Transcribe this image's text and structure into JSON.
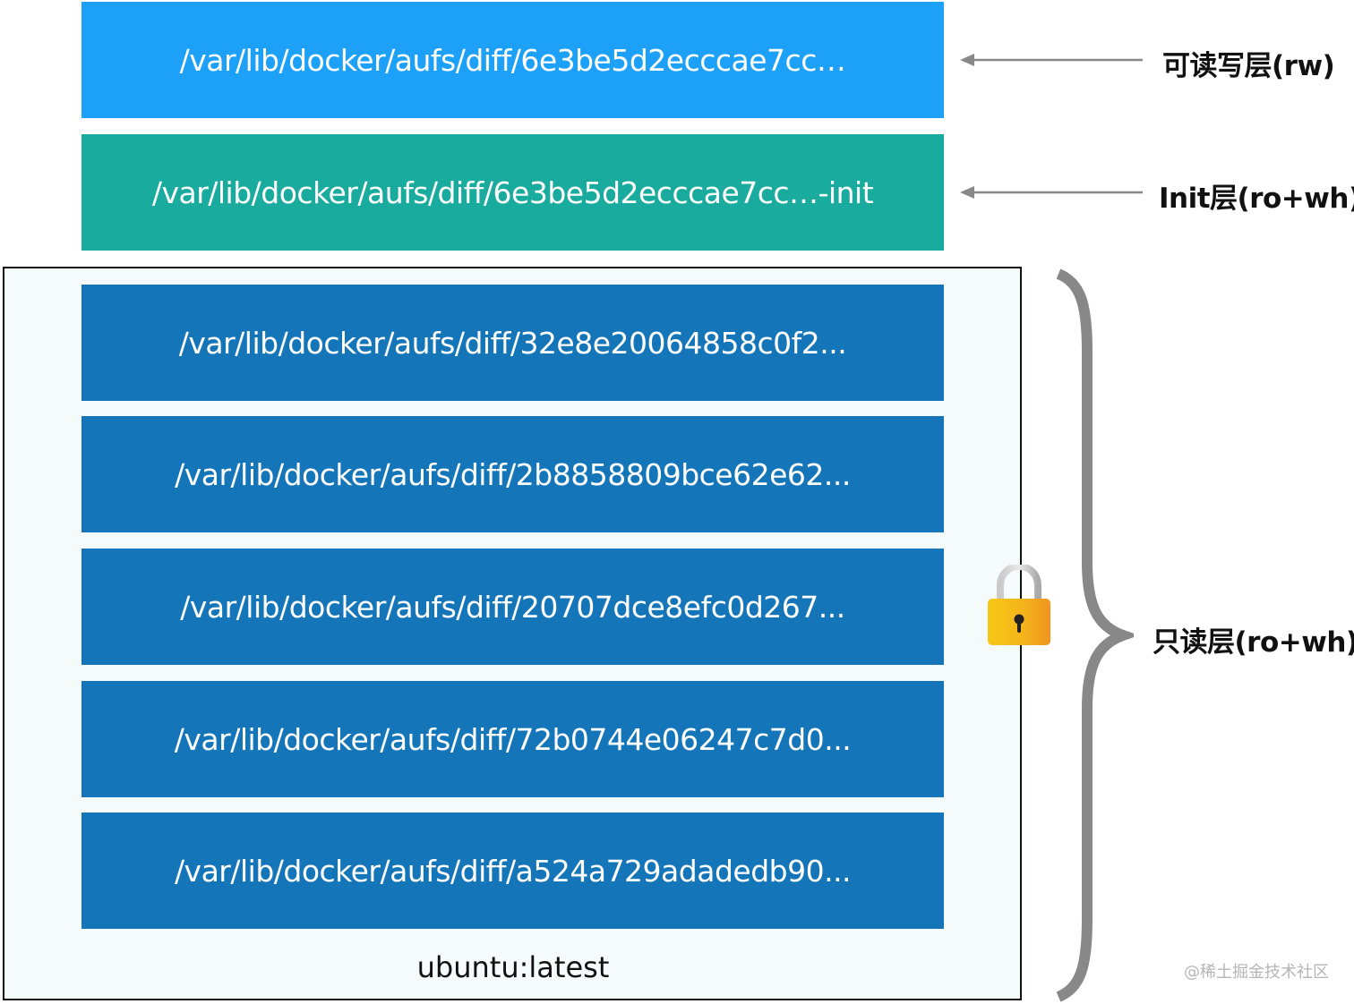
{
  "layers": [
    {
      "path": "/var/lib/docker/aufs/diff/6e3be5d2ecccae7cc…",
      "color": "#1da1f8"
    },
    {
      "path": "/var/lib/docker/aufs/diff/6e3be5d2ecccae7cc…-init",
      "color": "#1aab9f"
    },
    {
      "path": "/var/lib/docker/aufs/diff/32e8e20064858c0f2...",
      "color": "#1476b9"
    },
    {
      "path": "/var/lib/docker/aufs/diff/2b8858809bce62e62...",
      "color": "#1476b9"
    },
    {
      "path": "/var/lib/docker/aufs/diff/20707dce8efc0d267...",
      "color": "#1476b9"
    },
    {
      "path": "/var/lib/docker/aufs/diff/72b0744e06247c7d0...",
      "color": "#1476b9"
    },
    {
      "path": "/var/lib/docker/aufs/diff/a524a729adadedb90...",
      "color": "#1476b9"
    }
  ],
  "image_label": "ubuntu:latest",
  "labels": {
    "rw": "可读写层(rw)",
    "init": "Init层(ro+wh)",
    "readonly": "只读层(ro+wh)"
  },
  "icons": {
    "lock": "lock-icon"
  },
  "watermark": "@稀土掘金技术社区"
}
